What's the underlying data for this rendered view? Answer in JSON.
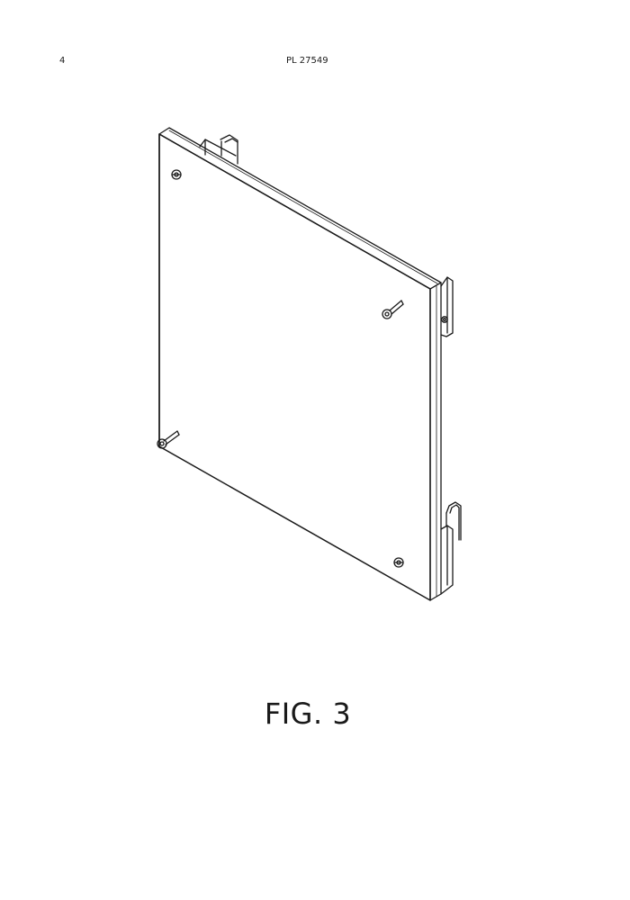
{
  "header": {
    "page_number": "4",
    "document_id": "PL 27549"
  },
  "figure": {
    "caption": "FIG. 3",
    "line_color": "#1a1a1a"
  }
}
